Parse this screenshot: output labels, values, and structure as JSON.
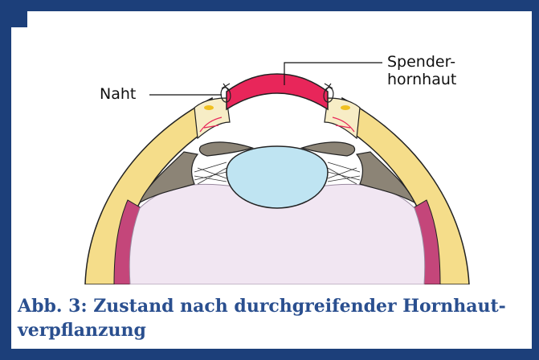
{
  "diagram": {
    "labels": {
      "suture": "Naht",
      "donor_line1": "Spender-",
      "donor_line2": "hornhaut"
    }
  },
  "caption": {
    "line1": "Abb. 3: Zustand nach durchgreifender Hornhaut-",
    "line2": "verpflanzung"
  },
  "colors": {
    "frame": "#1c3f7a",
    "caption_text": "#2a4f8f",
    "sclera": "#f5dd8a",
    "choroid": "#c4467a",
    "retina_interior": "#f1e6f2",
    "lens": "#bfe4f2",
    "iris": "#8c8476",
    "donor_cornea": "#e8265a"
  }
}
